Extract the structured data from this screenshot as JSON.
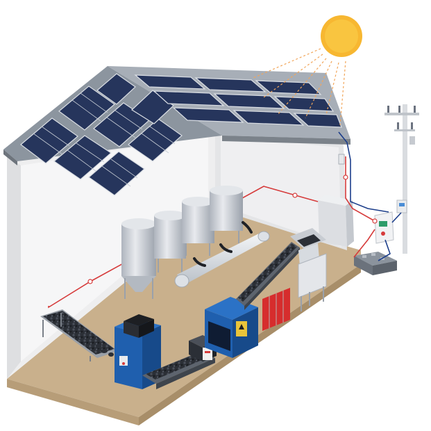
{
  "diagram": {
    "title": "",
    "components": [
      {
        "name": "sun",
        "icon": "sun-icon"
      },
      {
        "name": "solar-roof-array",
        "icon": "solar-panel-icon"
      },
      {
        "name": "utility-pole",
        "icon": "power-pole-icon"
      },
      {
        "name": "grid-meter",
        "icon": "meter-icon"
      },
      {
        "name": "inverter",
        "icon": "inverter-icon"
      },
      {
        "name": "battery-bank",
        "icon": "battery-icon"
      },
      {
        "name": "distribution-cabinet",
        "icon": "cabinet-icon"
      },
      {
        "name": "storage-tanks",
        "icon": "tank-icon",
        "count": 4
      },
      {
        "name": "crusher-hopper",
        "icon": "hopper-icon"
      },
      {
        "name": "inclined-conveyor",
        "icon": "conveyor-icon"
      },
      {
        "name": "blue-press-machine",
        "icon": "press-icon"
      },
      {
        "name": "output-conveyor",
        "icon": "conveyor-icon"
      },
      {
        "name": "roller-table",
        "icon": "roller-table-icon"
      }
    ],
    "colors": {
      "sun": "#f7b731",
      "sun_rays": "#f2a65a",
      "panel": "#2c3e6b",
      "roof": "#9aa3ad",
      "wall": "#ececec",
      "floor": "#c9b08c",
      "machine_blue": "#1f5fae",
      "machine_red": "#d62d2d",
      "wire_red": "#d63b3b",
      "wire_blue": "#1b3d8a",
      "tank": "#cfd3d9"
    }
  }
}
